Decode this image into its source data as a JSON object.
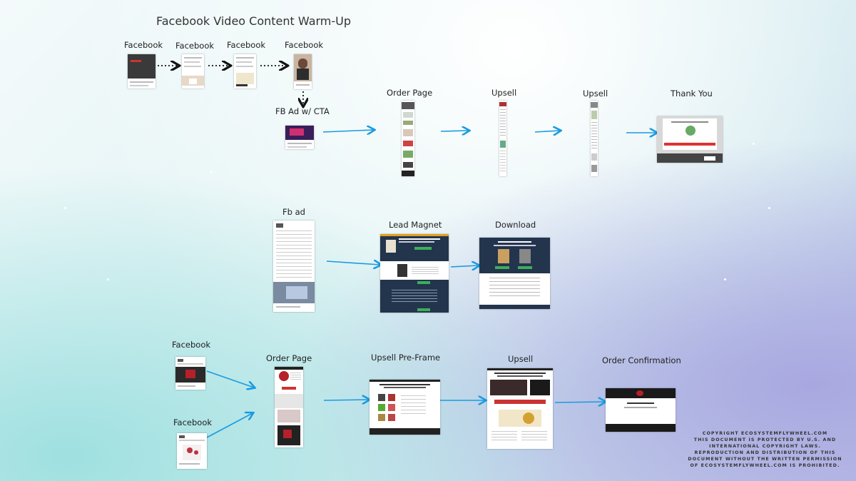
{
  "title": "Facebook Video Content Warm-Up",
  "labels": {
    "fb1": "Facebook",
    "fb2": "Facebook",
    "fb3": "Facebook",
    "fb4": "Facebook",
    "fb_ad_cta": "FB Ad w/ CTA",
    "order_page_1": "Order Page",
    "upsell_1": "Upsell",
    "upsell_2": "Upsell",
    "thank_you": "Thank You",
    "fb_ad": "Fb ad",
    "lead_magnet": "Lead Magnet",
    "download": "Download",
    "facebook_a": "Facebook",
    "facebook_b": "Facebook",
    "order_page_2": "Order Page",
    "upsell_preframe": "Upsell Pre-Frame",
    "upsell_3": "Upsell",
    "order_confirmation": "Order Confirmation"
  },
  "copyright": [
    "COPYRIGHT ECOSYSTEMFLYWHEEL.COM",
    "THIS DOCUMENT IS PROTECTED BY U.S. AND",
    "INTERNATIONAL COPYRIGHT LAWS.",
    "REPRODUCTION AND DISTRIBUTION OF THIS",
    "DOCUMENT WITHOUT THE WRITTEN PERMISSION",
    "OF ECOSYSTEMFLYWHEEL.COM IS PROHIBITED."
  ],
  "colors": {
    "arrow": "#1a9be0",
    "dark_page": "#23344d",
    "red_accent": "#b5202a",
    "green_button": "#3cae5c"
  }
}
